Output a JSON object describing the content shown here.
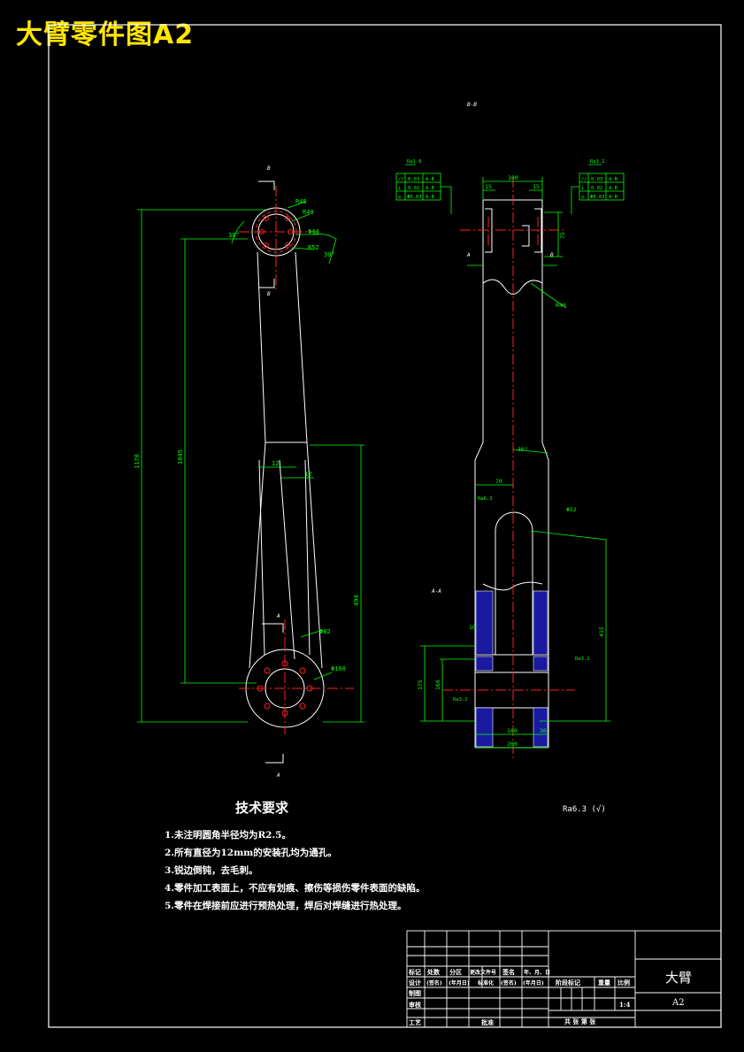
{
  "banner": {
    "title": "大臂零件图A2"
  },
  "views": {
    "section_bb_label": "B-B",
    "section_aa_label": "A-A",
    "cut_mark_b": "B",
    "cut_mark_a": "A"
  },
  "dimensions": {
    "overall_height": "1170",
    "inner_height": "1045",
    "lower_span": "494",
    "slot_width": "12",
    "slot_width_2": "12",
    "hole_small": "Φ44",
    "hole_bore": "Φ52",
    "hole_large": "Φ82",
    "pcd_large": "Φ160",
    "radius_top": "R48",
    "radius_top_2": "R40",
    "radius_mid": "R52",
    "angle_left": "30°",
    "angle_right": "30°",
    "side_top": "100",
    "side_top_a": "15",
    "side_top_b": "15",
    "side_height": "75",
    "side_r": "R40",
    "side_mid": "70",
    "side_angle": "30°",
    "side_lower": "415",
    "bottom_w1": "160",
    "bottom_w2": "200",
    "bottom_w3": "30",
    "bottom_h1": "175",
    "bottom_h2": "160",
    "bottom_side": "16"
  },
  "roughness": {
    "r1": "Ra1.6",
    "r2": "Ra3.2",
    "r3": "Ra6.3",
    "r4": "Ra3.2",
    "r5": "Ra3.2"
  },
  "tolerance_left": [
    [
      "//",
      "0.03",
      "A-B"
    ],
    [
      "⊥",
      "0.02",
      "A-B"
    ],
    [
      "◎",
      "Φ0.03",
      "A-B"
    ]
  ],
  "tolerance_right": [
    [
      "//",
      "0.03",
      "A-B"
    ],
    [
      "⊥",
      "0.02",
      "A-B"
    ],
    [
      "◎",
      "Φ0.03",
      "A-B"
    ]
  ],
  "datum_a": "A",
  "datum_b": "B",
  "tech_requirements": {
    "title": "技术要求",
    "items": [
      "1.未注明圆角半径均为R2.5。",
      "2.所有直径为12mm的安装孔均为通孔。",
      "3.锐边倒钝，去毛刺。",
      "4.零件加工表面上，不应有划痕、擦伤等损伤零件表面的缺陷。",
      "5.零件在焊接前应进行预热处理，焊后对焊缝进行热处理。"
    ],
    "rough_other": "Ra6.3 (√)"
  },
  "title_block": {
    "header_row": [
      "标记",
      "处数",
      "分区",
      "更改文件号",
      "签名",
      "年、月、日"
    ],
    "design_row": [
      "设计",
      "(签名)",
      "(年月日)",
      "标准化",
      "(签名)",
      "(年月日)"
    ],
    "draw_label": "制图",
    "review_label": "审核",
    "process_label": "工艺",
    "approve_label": "批准",
    "stage_label": "阶段标记",
    "weight_label": "重量",
    "scale_label": "比例",
    "scale_value": "1:4",
    "sheet_label": "共  张  第  张",
    "part_name": "大臂",
    "drawing_no": "A2"
  },
  "colors": {
    "background": "#000000",
    "outline": "#ffffff",
    "dimension": "#00ff00",
    "center": "#ff2020",
    "section": "#1a1aa0",
    "banner": "#ffe600"
  }
}
